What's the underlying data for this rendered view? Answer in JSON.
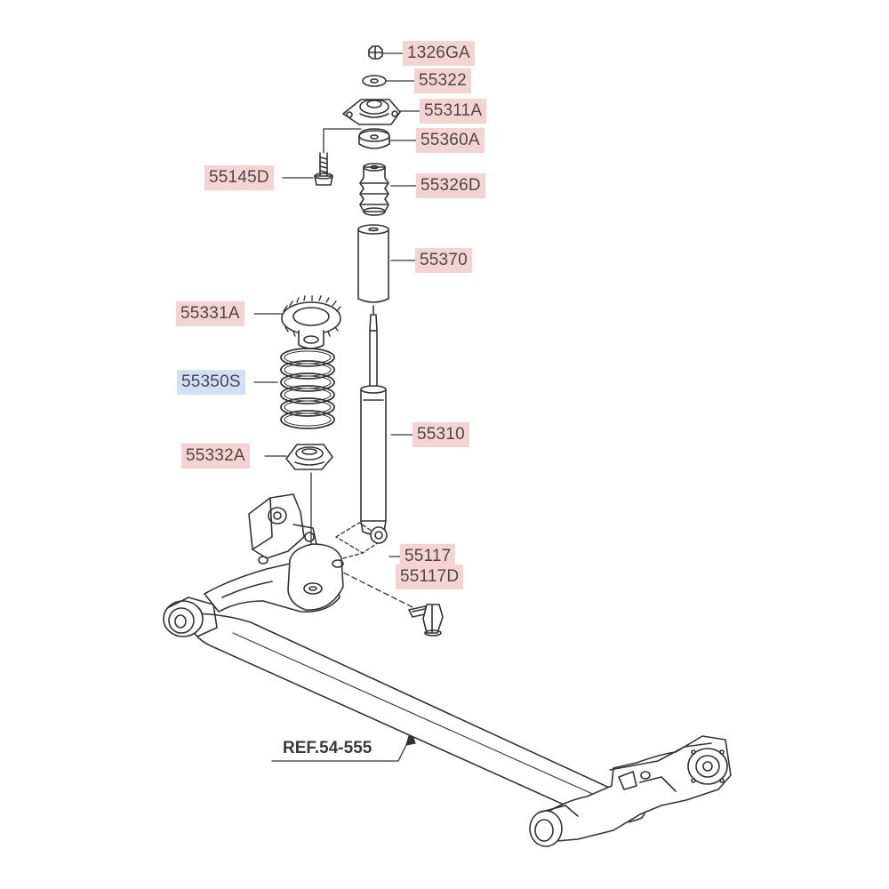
{
  "diagram": {
    "line_color": "#333333",
    "label_bg_default": "#f6d3d3",
    "label_bg_highlight": "#cfe0f7",
    "ref_label": "REF.54-555",
    "parts": [
      {
        "id": "p1326ga",
        "code": "1326GA",
        "highlight": false,
        "icon": "nut-icon"
      },
      {
        "id": "p55322",
        "code": "55322",
        "highlight": false,
        "icon": "washer-icon"
      },
      {
        "id": "p55311a",
        "code": "55311A",
        "highlight": false,
        "icon": "strut-mount-icon"
      },
      {
        "id": "p55360a",
        "code": "55360A",
        "highlight": false,
        "icon": "dust-cap-icon"
      },
      {
        "id": "p55145d",
        "code": "55145D",
        "highlight": false,
        "icon": "bolt-icon"
      },
      {
        "id": "p55326d",
        "code": "55326D",
        "highlight": false,
        "icon": "bump-stopper-icon"
      },
      {
        "id": "p55370",
        "code": "55370",
        "highlight": false,
        "icon": "dust-cover-icon"
      },
      {
        "id": "p55331a",
        "code": "55331A",
        "highlight": false,
        "icon": "upper-spring-pad-icon"
      },
      {
        "id": "p55350s",
        "code": "55350S",
        "highlight": true,
        "icon": "coil-spring-icon"
      },
      {
        "id": "p55310",
        "code": "55310",
        "highlight": false,
        "icon": "shock-absorber-icon"
      },
      {
        "id": "p55332a",
        "code": "55332A",
        "highlight": false,
        "icon": "lower-spring-pad-icon"
      },
      {
        "id": "p55117",
        "code": "55117",
        "highlight": false,
        "icon": "bolt-icon"
      },
      {
        "id": "p55117d",
        "code": "55117D",
        "highlight": false,
        "icon": "bolt-icon"
      }
    ]
  }
}
